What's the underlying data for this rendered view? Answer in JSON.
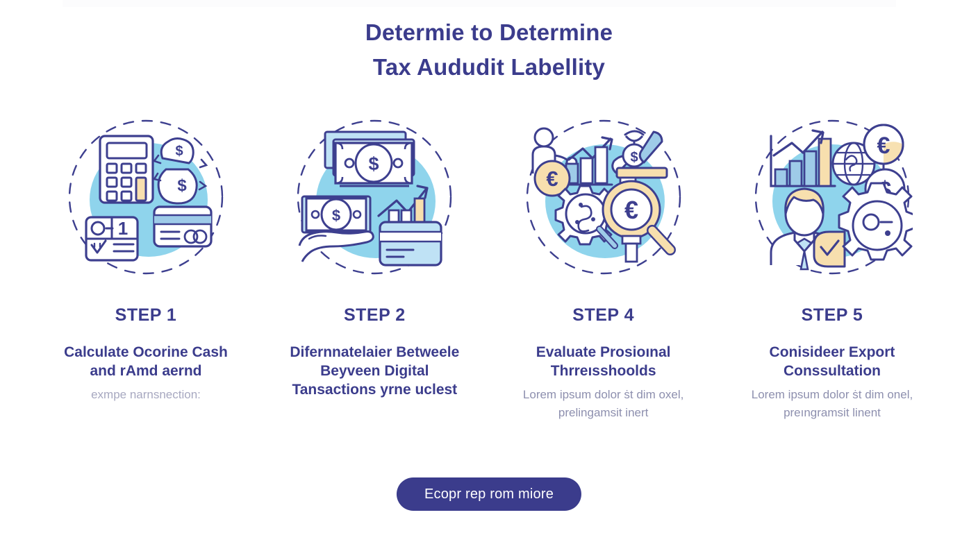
{
  "colors": {
    "navy": "#3b3c8c",
    "stroke": "#3d3f8f",
    "blue_blob": "#8fd4ec",
    "blue_light": "#bfe2f5",
    "blue_mid": "#9ecbe8",
    "cream": "#f7dfae",
    "cream_deep": "#f5d18f",
    "white": "#ffffff",
    "body_text": "#8d8fae",
    "background": "#ffffff"
  },
  "header": {
    "title_line1": "Determie to Determine",
    "title_line2": "Tax Aududit Labellity"
  },
  "steps": [
    {
      "label": "STEP 1",
      "heading": "Calculate Ocorine Cash and rAmd aernd",
      "body": "exmpe narnsnection:",
      "icon_name": "calculator-money-card-icon",
      "icon_parts": [
        "calculator",
        "money-bag-dollar",
        "credit-card",
        "checklist-card"
      ]
    },
    {
      "label": "STEP 2",
      "heading": "Difernnatelaier Betweele Beyveen Digital Tansactions yrne uclest",
      "body": "",
      "icon_name": "banknotes-hand-chart-icon",
      "icon_parts": [
        "banknotes",
        "hand-with-cash",
        "growth-arrow",
        "bar-chart",
        "credit-card"
      ]
    },
    {
      "label": "STEP 4",
      "heading": "Evaluate Prosioınal Thrreısshoolds",
      "body": "Lorem ipsum dolor ṡt dim oxel, prelingamsit inert",
      "icon_name": "person-euro-gear-magnifier-icon",
      "icon_parts": [
        "person",
        "growth-arrow",
        "bar-chart",
        "euro-coin",
        "gear",
        "magnifier-euro",
        "magnifier-gear",
        "hammer-dollar"
      ]
    },
    {
      "label": "STEP 5",
      "heading": "Conisideer Export Conssultation",
      "body": "Lorem ipsum dolor ṡt dim onel, preıngramsit linent",
      "icon_name": "businessman-globe-gear-icon",
      "icon_parts": [
        "bar-chart-arrow",
        "globe",
        "euro-coin",
        "dollar-coin",
        "businessman",
        "gear",
        "speech-check"
      ]
    }
  ],
  "cta": {
    "label": "Ecopr rep rom miore"
  }
}
